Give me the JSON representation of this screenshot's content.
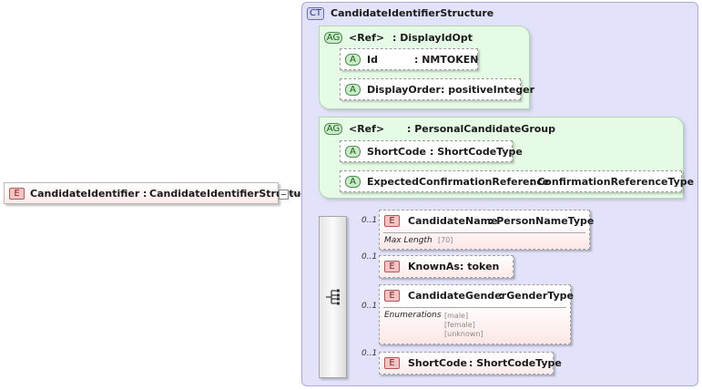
{
  "root": {
    "badge": "E",
    "name": "CandidateIdentifier",
    "type": "CandidateIdentifierStructure"
  },
  "complex_type": {
    "badge": "CT",
    "name": "CandidateIdentifierStructure"
  },
  "attribute_groups": [
    {
      "badge": "AG",
      "ref_label": "<Ref>",
      "type": ": DisplayIdOpt",
      "attributes": [
        {
          "badge": "A",
          "name": "Id",
          "type": ": NMTOKEN"
        },
        {
          "badge": "A",
          "name": "DisplayOrder",
          "type": ": positiveInteger"
        }
      ]
    },
    {
      "badge": "AG",
      "ref_label": "<Ref>",
      "type": ": PersonalCandidateGroup",
      "attributes": [
        {
          "badge": "A",
          "name": "ShortCode",
          "type": ": ShortCodeType"
        },
        {
          "badge": "A",
          "name": "ExpectedConfirmationReference",
          "type": ": ConfirmationReferenceType"
        }
      ]
    }
  ],
  "sequence_children": [
    {
      "occurrence": "0..1",
      "badge": "E",
      "name": "CandidateName",
      "type": ": PersonNameType",
      "facet": {
        "label": "Max Length",
        "values": [
          "[70]"
        ]
      }
    },
    {
      "occurrence": "0..1",
      "badge": "E",
      "name": "KnownAs",
      "type": ": token"
    },
    {
      "occurrence": "0..1",
      "badge": "E",
      "name": "CandidateGender",
      "type": ": GenderType",
      "facet": {
        "label": "Enumerations",
        "values": [
          "[male]",
          "[female]",
          "[unknown]"
        ]
      }
    },
    {
      "occurrence": "0..1",
      "badge": "E",
      "name": "ShortCode",
      "type": ": ShortCodeType"
    }
  ],
  "colors": {
    "element_badge": "#f4c3c3",
    "attribute_badge": "#c9ecc9",
    "complex_type_bg": "#e2e3fb",
    "attribute_group_bg": "#e6fbe6"
  }
}
